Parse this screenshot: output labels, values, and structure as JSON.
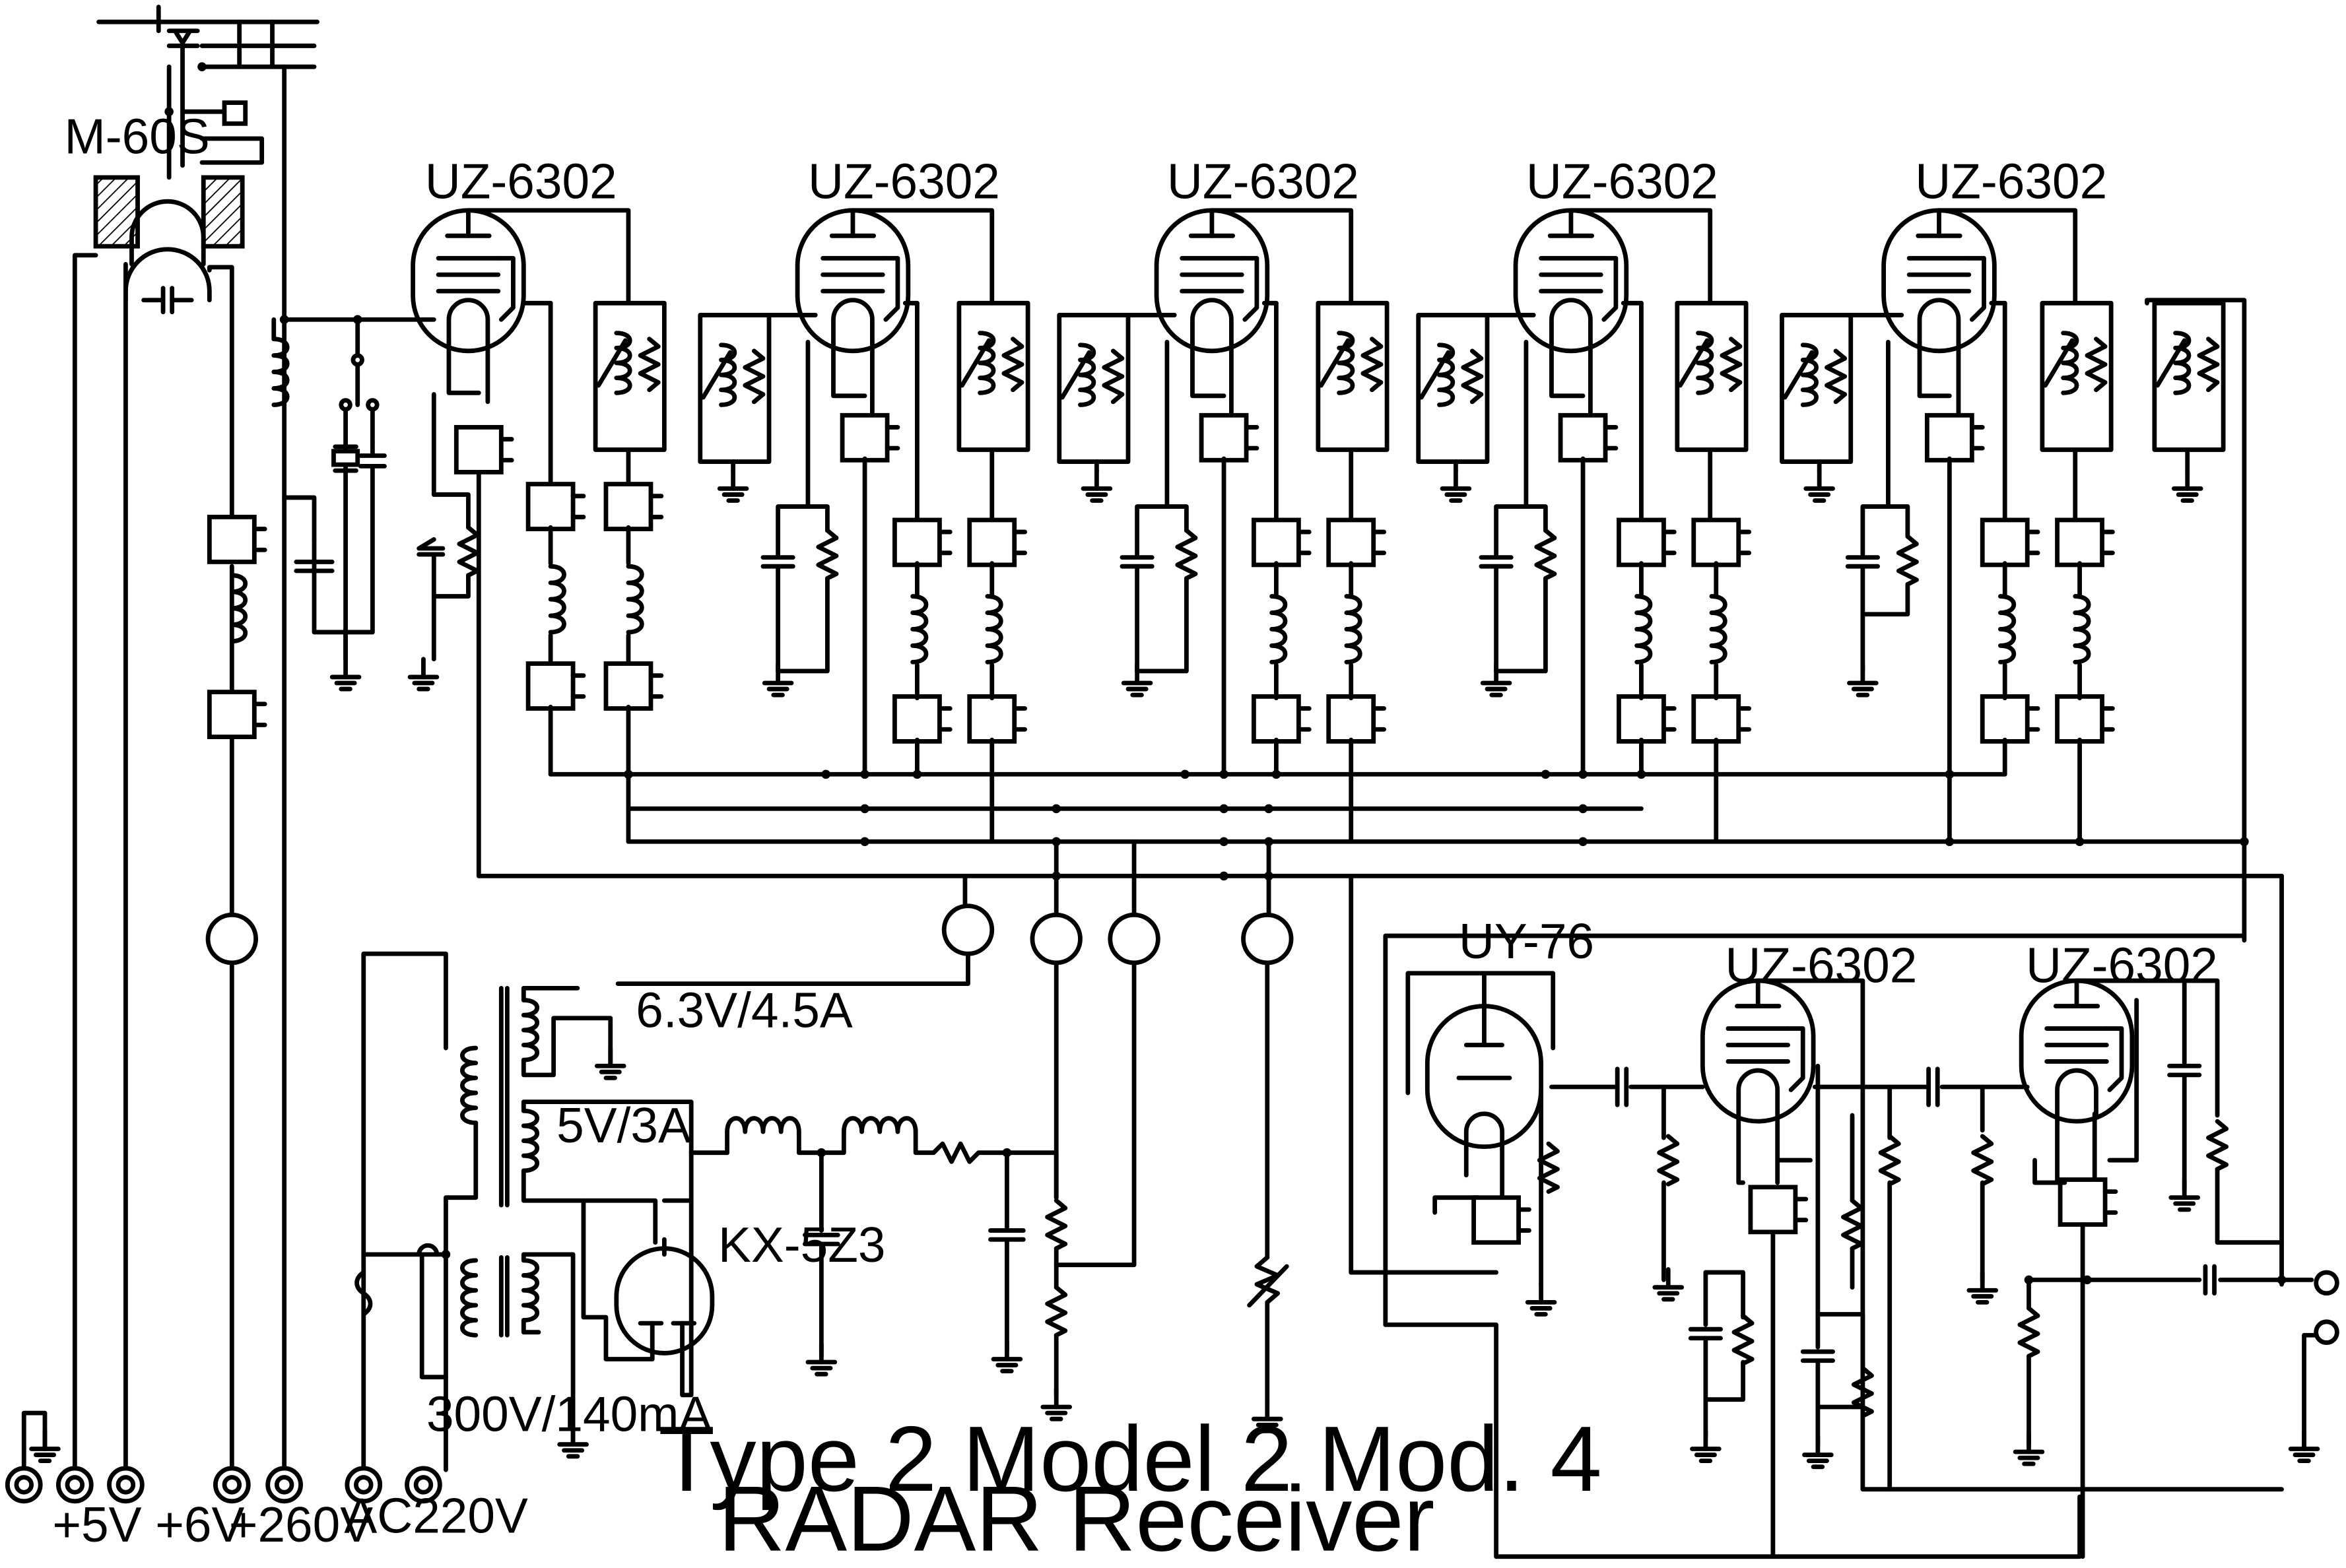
{
  "title": {
    "line1": "Type 2 Model 2 Mod. 4",
    "line2": "RADAR Receiver"
  },
  "tubes": {
    "rf": [
      "UZ-6302",
      "UZ-6302",
      "UZ-6302",
      "UZ-6302",
      "UZ-6302"
    ],
    "detector": "UY-76",
    "video": [
      "UZ-6302",
      "UZ-6302"
    ],
    "rectifier": "KX-5Z3"
  },
  "crystal_detector": "M-60S",
  "power_supply": {
    "winding_heater": "6.3V/4.5A",
    "winding_rectifier": "5V/3A",
    "winding_hv": "300V/140mA"
  },
  "terminals": {
    "low_voltage": "+5V +6V",
    "b_plus": "+260V",
    "mains": "AC220V"
  }
}
